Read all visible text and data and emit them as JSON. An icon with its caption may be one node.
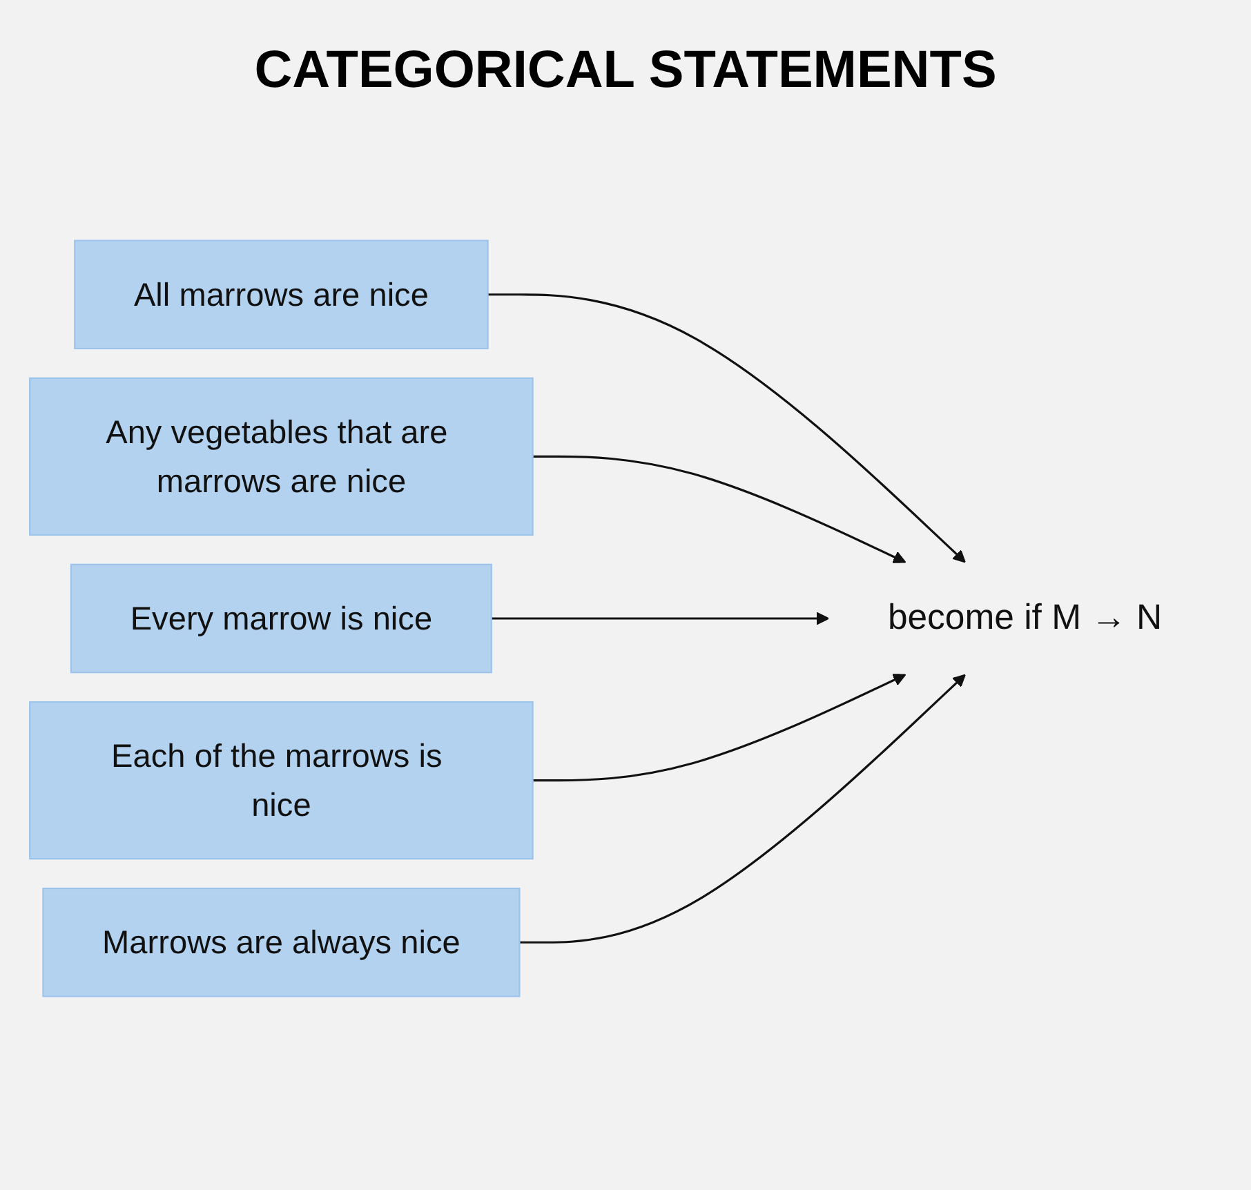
{
  "diagram": {
    "title": "CATEGORICAL STATEMENTS",
    "nodes": [
      {
        "text": [
          "All marrows are nice"
        ]
      },
      {
        "text": [
          "Any vegetables that are marrows are nice"
        ]
      },
      {
        "text": [
          "Every marrow is nice"
        ]
      },
      {
        "text": [
          "Each of the marrows is nice"
        ]
      },
      {
        "text": [
          "Marrows are always nice"
        ]
      },
      {
        "text": [
          "become if M → N"
        ]
      }
    ],
    "edges": [
      {
        "from": 0,
        "to": 5,
        "arrow": "to"
      },
      {
        "from": 1,
        "to": 5,
        "arrow": "to"
      },
      {
        "from": 2,
        "to": 5,
        "arrow": "to"
      },
      {
        "from": 3,
        "to": 5,
        "arrow": "to"
      },
      {
        "from": 4,
        "to": 5,
        "arrow": "to"
      }
    ]
  }
}
